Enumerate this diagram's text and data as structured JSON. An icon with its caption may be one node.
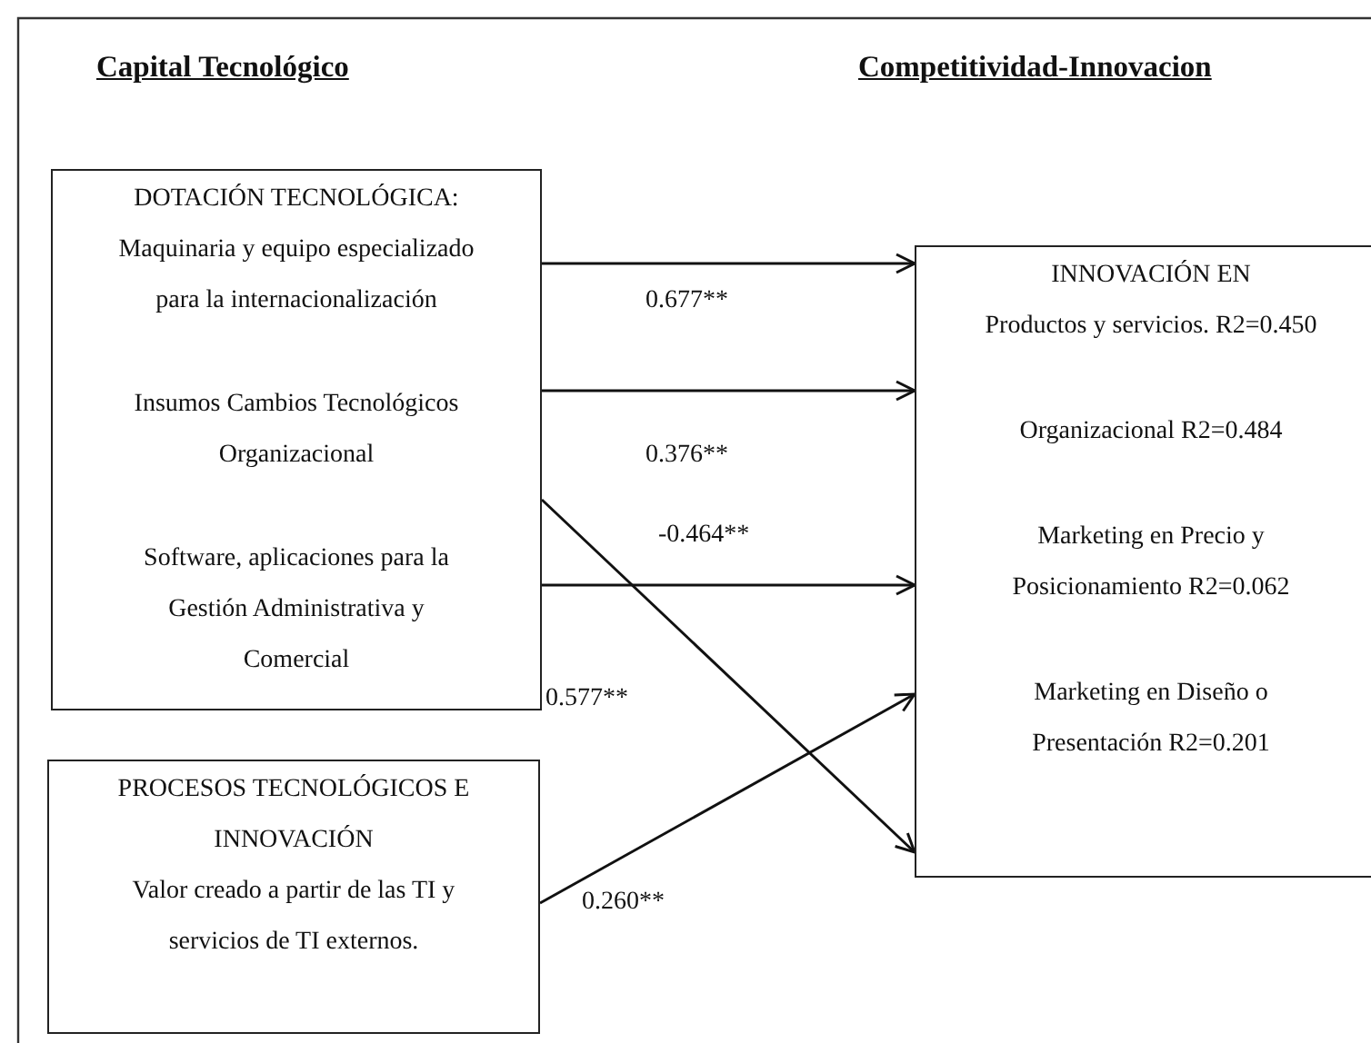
{
  "diagram": {
    "nodes": [
      {
        "text": [
          "DOTACIÓN TECNOLÓGICA:",
          "Maquinaria y equipo especializado para la internacionalización",
          "Insumos Cambios Tecnológicos Organizacional",
          "Software, aplicaciones para la Gestión Administrativa y Comercial"
        ]
      },
      {
        "text": [
          "PROCESOS TECNOLÓGICOS E INNOVACIÓN",
          "Valor creado a partir de las TI y servicios de TI externos."
        ]
      },
      {
        "text": [
          "INNOVACIÓN EN",
          "Productos y servicios. R2=0.450",
          "Organizacional R2=0.484",
          "Marketing en Precio y Posicionamiento R2=0.062",
          "Marketing en Diseño o Presentación R2=0.201"
        ]
      }
    ],
    "edges": [
      {
        "from": 0,
        "to": 2,
        "arrow": "to",
        "label": "0.677**"
      },
      {
        "from": 0,
        "to": 2,
        "arrow": "to",
        "label": "0.376**"
      },
      {
        "from": 0,
        "to": 2,
        "arrow": "to",
        "label": "-0.464**"
      },
      {
        "from": 0,
        "to": 2,
        "arrow": "to",
        "label": "0.577**"
      },
      {
        "from": 1,
        "to": 2,
        "arrow": "to",
        "label": "0.260**"
      }
    ],
    "labels": [
      "Capital Tecnológico",
      "Competitividad-Innovacion"
    ]
  }
}
